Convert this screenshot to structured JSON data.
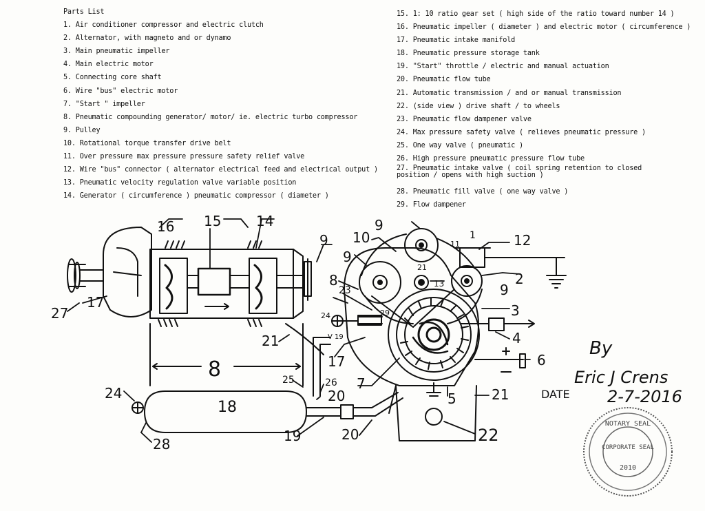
{
  "parts_list_title": "Parts List",
  "parts_left": [
    "1. Air conditioner compressor and electric clutch",
    "2. Alternator, with magneto and or dynamo",
    "3. Main pneumatic impeller",
    "4. Main electric motor",
    "5. Connecting core shaft",
    "6. Wire \"bus\" electric motor",
    "7. \"Start \" impeller",
    "8. Pneumatic compounding generator/ motor/ ie. electric turbo compressor",
    "9. Pulley",
    "10. Rotational torque transfer drive belt",
    "11. Over pressure max pressure pressure safety relief valve",
    "12. Wire \"bus\" connector ( alternator electrical feed and electrical output )",
    "13. Pneumatic velocity regulation valve variable position",
    "14. Generator ( circumference ) pneumatic compressor ( diameter )"
  ],
  "parts_right": [
    "15. 1: 10 ratio gear set ( high side of the ratio toward  number 14 )",
    "16. Pneumatic impeller ( diameter ) and electric motor ( circumference )",
    "17. Pneumatic intake manifold",
    "18. Pneumatic pressure storage tank",
    "19. \"Start\" throttle / electric and manual actuation",
    "20. Pneumatic flow tube",
    "21. Automatic transmission / and or manual transmission",
    "22. (side view ) drive shaft / to wheels",
    "23. Pneumatic flow dampener  valve",
    "24. Max pressure safety valve ( relieves pneumatic pressure )",
    "25. One way valve ( pneumatic )",
    "26. High pressure pneumatic pressure flow tube",
    "27. Pneumatic intake valve ( coil spring retention to closed position / opens with high suction )",
    "28. Pneumatic fill valve ( one way valve )",
    "29. Flow dampener"
  ],
  "labels": {
    "l16": "16",
    "l15": "15",
    "l14": "14",
    "l9a": "9",
    "l10": "10",
    "l9b": "9",
    "l1": "1",
    "l12": "12",
    "l9c": "9",
    "l8": "8",
    "l23": "23",
    "l21a": "21",
    "l13": "13",
    "l2": "2",
    "l9d": "9",
    "l3": "3",
    "l27": "27",
    "l17a": "17",
    "l24a": "24",
    "v": "V",
    "l19a": "19",
    "l29": "29",
    "l4": "4",
    "l21b": "21",
    "l17b": "17",
    "l6": "6",
    "l8big": "8",
    "l25": "25",
    "l26": "26",
    "l7": "7",
    "l5": "5",
    "l21c": "21",
    "l24b": "24",
    "l18": "18",
    "l20a": "20",
    "l28": "28",
    "l19b": "19",
    "l20b": "20",
    "l22": "22",
    "l11": "11"
  },
  "signature": {
    "by": "By",
    "name": "Eric J Crens",
    "date_label": "DATE",
    "date": "2-7-2016"
  },
  "seal": {
    "outer_text": "NOTARY SEAL",
    "inner_text": "CORPORATE SEAL",
    "year": "2010"
  }
}
